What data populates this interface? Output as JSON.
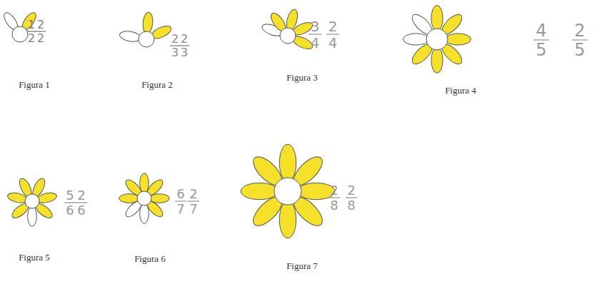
{
  "diagram": {
    "labels": [
      "1",
      "2",
      "2",
      "2",
      "Figura 1",
      "2",
      "3",
      "2",
      "3",
      "Figura 2",
      "3",
      "4",
      "2",
      "4",
      "Figura 3",
      "4",
      "5",
      "2",
      "5",
      "Figura 4",
      "5",
      "6",
      "2",
      "6",
      "Figura 5",
      "6",
      "7",
      "2",
      "7",
      "Figura 6",
      "2",
      "8",
      "2",
      "8",
      "Figura 7"
    ]
  }
}
